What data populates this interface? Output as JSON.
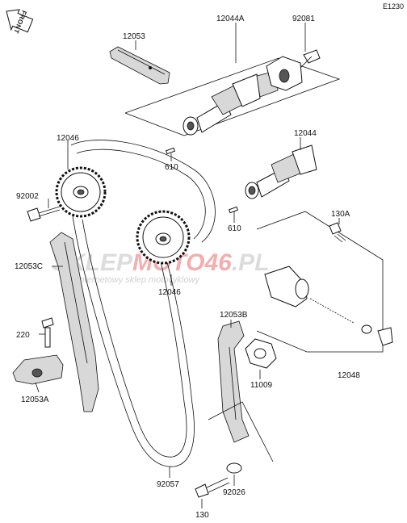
{
  "diagram_code": "E1230",
  "front_marker": "FRONT",
  "watermark": {
    "part1": "SKLEP",
    "part2": "MOTO46",
    "part3": ".PL",
    "subtitle": "internetowy sklep motocyklowy",
    "colors": {
      "grey": "#d6d6d6",
      "red": "#f2a0a0"
    }
  },
  "labels": {
    "p12053": "12053",
    "p12044A": "12044A",
    "p92081": "92081",
    "p12046_top": "12046",
    "p610_top": "610",
    "p12044": "12044",
    "p92002": "92002",
    "p610_mid": "610",
    "p130A": "130A",
    "p12053C": "12053C",
    "p12046_mid": "12046",
    "p12053B": "12053B",
    "p220": "220",
    "p11009": "11009",
    "p12048": "12048",
    "p12053A": "12053A",
    "p92057": "92057",
    "p92026": "92026",
    "p130": "130"
  }
}
